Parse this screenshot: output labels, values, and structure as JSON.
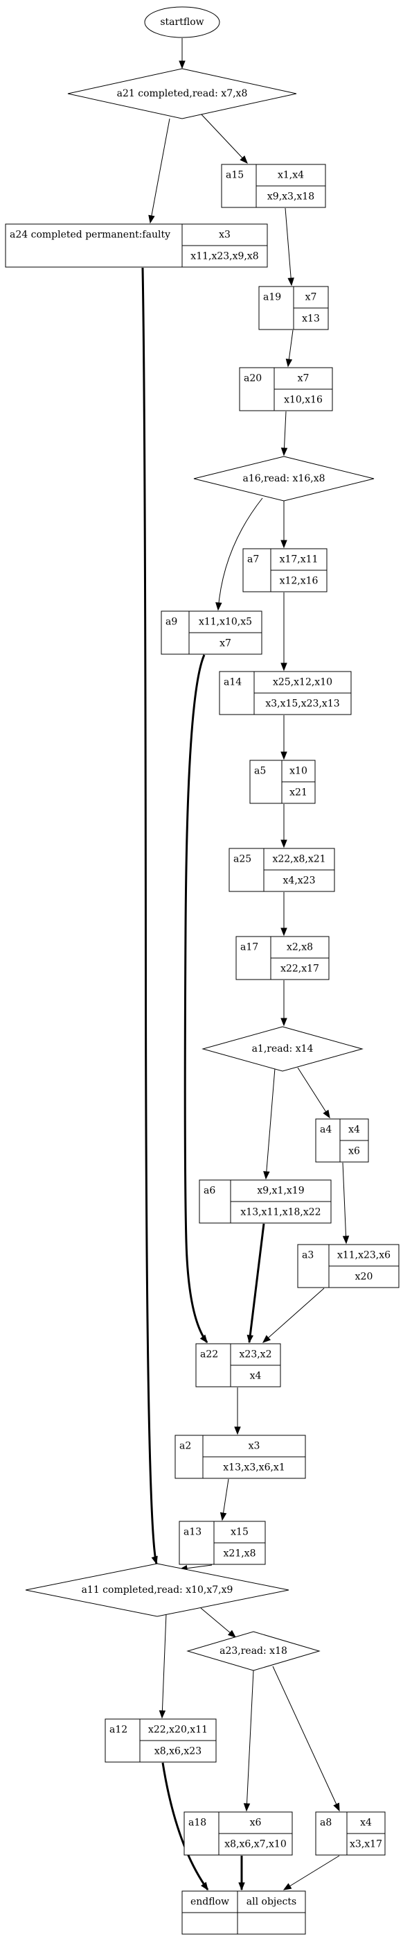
{
  "nodes": {
    "start": {
      "label": "startflow"
    },
    "a21": {
      "label": "a21 completed,read: x7,x8"
    },
    "a15": {
      "id": "a15",
      "top": "x1,x4",
      "bottom": "x9,x3,x18"
    },
    "a24": {
      "id": "a24 completed permanent:faulty",
      "top": "x3",
      "bottom": "x11,x23,x9,x8"
    },
    "a19": {
      "id": "a19",
      "top": "x7",
      "bottom": "x13"
    },
    "a20": {
      "id": "a20",
      "top": "x7",
      "bottom": "x10,x16"
    },
    "a16": {
      "label": "a16,read: x16,x8"
    },
    "a7": {
      "id": "a7",
      "top": "x17,x11",
      "bottom": "x12,x16"
    },
    "a9": {
      "id": "a9",
      "top": "x11,x10,x5",
      "bottom": "x7"
    },
    "a14": {
      "id": "a14",
      "top": "x25,x12,x10",
      "bottom": "x3,x15,x23,x13"
    },
    "a5": {
      "id": "a5",
      "top": "x10",
      "bottom": "x21"
    },
    "a25": {
      "id": "a25",
      "top": "x22,x8,x21",
      "bottom": "x4,x23"
    },
    "a17": {
      "id": "a17",
      "top": "x2,x8",
      "bottom": "x22,x17"
    },
    "a1": {
      "label": "a1,read: x14"
    },
    "a4": {
      "id": "a4",
      "top": "x4",
      "bottom": "x6"
    },
    "a6": {
      "id": "a6",
      "top": "x9,x1,x19",
      "bottom": "x13,x11,x18,x22"
    },
    "a3": {
      "id": "a3",
      "top": "x11,x23,x6",
      "bottom": "x20"
    },
    "a22": {
      "id": "a22",
      "top": "x23,x2",
      "bottom": "x4"
    },
    "a2": {
      "id": "a2",
      "top": "x3",
      "bottom": "x13,x3,x6,x1"
    },
    "a13": {
      "id": "a13",
      "top": "x15",
      "bottom": "x21,x8"
    },
    "a11": {
      "label": "a11 completed,read: x10,x7,x9"
    },
    "a23": {
      "label": "a23,read: x18"
    },
    "a12": {
      "id": "a12",
      "top": "x22,x20,x11",
      "bottom": "x8,x6,x23"
    },
    "a18": {
      "id": "a18",
      "top": "x6",
      "bottom": "x8,x6,x7,x10"
    },
    "a8": {
      "id": "a8",
      "top": "x4",
      "bottom": "x3,x17"
    },
    "end": {
      "id": "endflow",
      "top": "all objects",
      "bottom": ""
    }
  },
  "edges": [
    {
      "from": "start",
      "to": "a21",
      "bold": false
    },
    {
      "from": "a21",
      "to": "a24",
      "bold": false
    },
    {
      "from": "a21",
      "to": "a15",
      "bold": false
    },
    {
      "from": "a15",
      "to": "a19",
      "bold": false
    },
    {
      "from": "a19",
      "to": "a20",
      "bold": false
    },
    {
      "from": "a20",
      "to": "a16",
      "bold": false
    },
    {
      "from": "a16",
      "to": "a9",
      "bold": false
    },
    {
      "from": "a16",
      "to": "a7",
      "bold": false
    },
    {
      "from": "a7",
      "to": "a14",
      "bold": false
    },
    {
      "from": "a14",
      "to": "a5",
      "bold": false
    },
    {
      "from": "a5",
      "to": "a25",
      "bold": false
    },
    {
      "from": "a25",
      "to": "a17",
      "bold": false
    },
    {
      "from": "a17",
      "to": "a1",
      "bold": false
    },
    {
      "from": "a1",
      "to": "a6",
      "bold": false
    },
    {
      "from": "a1",
      "to": "a4",
      "bold": false
    },
    {
      "from": "a4",
      "to": "a3",
      "bold": false
    },
    {
      "from": "a9",
      "to": "a22",
      "bold": true
    },
    {
      "from": "a6",
      "to": "a22",
      "bold": true
    },
    {
      "from": "a3",
      "to": "a22",
      "bold": false
    },
    {
      "from": "a22",
      "to": "a2",
      "bold": false
    },
    {
      "from": "a2",
      "to": "a13",
      "bold": false
    },
    {
      "from": "a13",
      "to": "a11",
      "bold": false
    },
    {
      "from": "a24",
      "to": "a11",
      "bold": true
    },
    {
      "from": "a11",
      "to": "a12",
      "bold": false
    },
    {
      "from": "a11",
      "to": "a23",
      "bold": false
    },
    {
      "from": "a23",
      "to": "a18",
      "bold": false
    },
    {
      "from": "a23",
      "to": "a8",
      "bold": false
    },
    {
      "from": "a12",
      "to": "end",
      "bold": true
    },
    {
      "from": "a18",
      "to": "end",
      "bold": true
    },
    {
      "from": "a8",
      "to": "end",
      "bold": false
    }
  ]
}
